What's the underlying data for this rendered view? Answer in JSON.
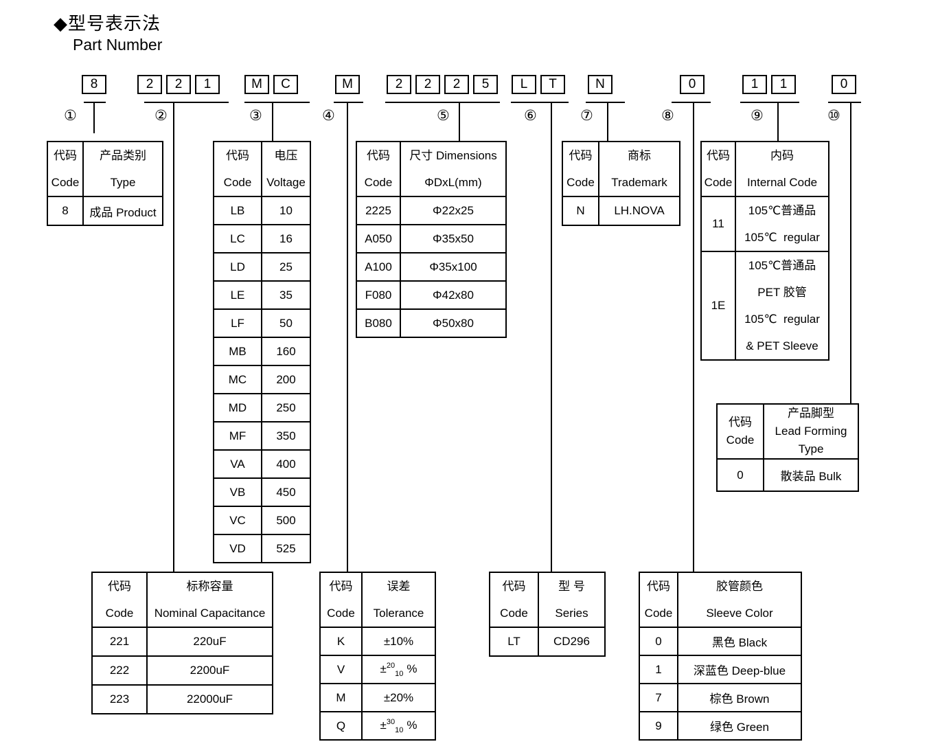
{
  "page": {
    "title_cn": "◆型号表示法",
    "title_en": "Part Number"
  },
  "colors": {
    "ink": "#000000",
    "background": "#ffffff"
  },
  "part_number": {
    "groups": [
      {
        "label": "①",
        "chars": [
          "8"
        ]
      },
      {
        "label": "②",
        "chars": [
          "2",
          "2",
          "1"
        ]
      },
      {
        "label": "③",
        "chars": [
          "M",
          "C"
        ]
      },
      {
        "label": "④",
        "chars": [
          "M"
        ]
      },
      {
        "label": "⑤",
        "chars": [
          "2",
          "2",
          "2",
          "5"
        ]
      },
      {
        "label": "⑥",
        "chars": [
          "L",
          "T"
        ]
      },
      {
        "label": "⑦",
        "chars": [
          "N"
        ]
      },
      {
        "label": "⑧",
        "chars": [
          "0"
        ]
      },
      {
        "label": "⑨",
        "chars": [
          "1",
          "1"
        ]
      },
      {
        "label": "⑩",
        "chars": [
          "0"
        ]
      }
    ]
  },
  "tables": {
    "product": {
      "header": {
        "col1": [
          "代码",
          "Code"
        ],
        "col2": [
          "产品类别",
          "Type"
        ]
      },
      "rows": [
        {
          "code": "8",
          "value": "成品 Product"
        }
      ]
    },
    "voltage": {
      "header": {
        "col1": [
          "代码",
          "Code"
        ],
        "col2": [
          "电压",
          "Voltage"
        ]
      },
      "rows": [
        {
          "code": "LB",
          "value": "10"
        },
        {
          "code": "LC",
          "value": "16"
        },
        {
          "code": "LD",
          "value": "25"
        },
        {
          "code": "LE",
          "value": "35"
        },
        {
          "code": "LF",
          "value": "50"
        },
        {
          "code": "MB",
          "value": "160"
        },
        {
          "code": "MC",
          "value": "200"
        },
        {
          "code": "MD",
          "value": "250"
        },
        {
          "code": "MF",
          "value": "350"
        },
        {
          "code": "VA",
          "value": "400"
        },
        {
          "code": "VB",
          "value": "450"
        },
        {
          "code": "VC",
          "value": "500"
        },
        {
          "code": "VD",
          "value": "525"
        }
      ]
    },
    "dimensions": {
      "header": {
        "col1": [
          "代码",
          "Code"
        ],
        "col2": [
          "尺寸 Dimensions",
          "ΦDxL(mm)"
        ]
      },
      "rows": [
        {
          "code": "2225",
          "value": "Φ22x25"
        },
        {
          "code": "A050",
          "value": "Φ35x50"
        },
        {
          "code": "A100",
          "value": "Φ35x100"
        },
        {
          "code": "F080",
          "value": "Φ42x80"
        },
        {
          "code": "B080",
          "value": "Φ50x80"
        }
      ]
    },
    "trademark": {
      "header": {
        "col1": [
          "代码",
          "Code"
        ],
        "col2": [
          "商标",
          "Trademark"
        ]
      },
      "rows": [
        {
          "code": "N",
          "value": "LH.NOVA"
        }
      ]
    },
    "internal": {
      "header": {
        "col1": [
          "代码",
          "Code"
        ],
        "col2": [
          "内码",
          "Internal Code"
        ]
      },
      "rows": [
        {
          "code": "11",
          "lines": [
            "105℃普通品",
            "105℃  regular"
          ]
        },
        {
          "code": "1E",
          "lines": [
            "105℃普通品",
            "PET 胶管",
            "105℃  regular",
            "& PET Sleeve"
          ]
        }
      ]
    },
    "lead_forming": {
      "header": {
        "col1": [
          "代码",
          "Code"
        ],
        "col2": [
          "产品脚型",
          "Lead Forming",
          "Type"
        ]
      },
      "rows": [
        {
          "code": "0",
          "value": "散装品 Bulk"
        }
      ]
    },
    "capacitance": {
      "header": {
        "col1": [
          "代码",
          "Code"
        ],
        "col2": [
          "标称容量",
          "Nominal Capacitance"
        ]
      },
      "rows": [
        {
          "code": "221",
          "value": "220uF"
        },
        {
          "code": "222",
          "value": "2200uF"
        },
        {
          "code": "223",
          "value": "22000uF"
        }
      ]
    },
    "tolerance": {
      "header": {
        "col1": [
          "代码",
          "Code"
        ],
        "col2": [
          "误差",
          "Tolerance"
        ]
      },
      "rows": [
        {
          "code": "K",
          "plain": "±10%"
        },
        {
          "code": "V",
          "pm": "±",
          "sup": "20",
          "sub": "10",
          "pct": "%"
        },
        {
          "code": "M",
          "plain": "±20%"
        },
        {
          "code": "Q",
          "pm": "±",
          "sup": "30",
          "sub": "10",
          "pct": "%"
        }
      ]
    },
    "series": {
      "header": {
        "col1": [
          "代码",
          "Code"
        ],
        "col2": [
          "型 号",
          "Series"
        ]
      },
      "rows": [
        {
          "code": "LT",
          "value": "CD296"
        }
      ]
    },
    "sleeve": {
      "header": {
        "col1": [
          "代码",
          "Code"
        ],
        "col2": [
          "胶管颜色",
          "Sleeve Color"
        ]
      },
      "rows": [
        {
          "code": "0",
          "value": "黑色 Black"
        },
        {
          "code": "1",
          "value": "深蓝色 Deep-blue"
        },
        {
          "code": "7",
          "value": "棕色 Brown"
        },
        {
          "code": "9",
          "value": "绿色 Green"
        }
      ]
    }
  }
}
